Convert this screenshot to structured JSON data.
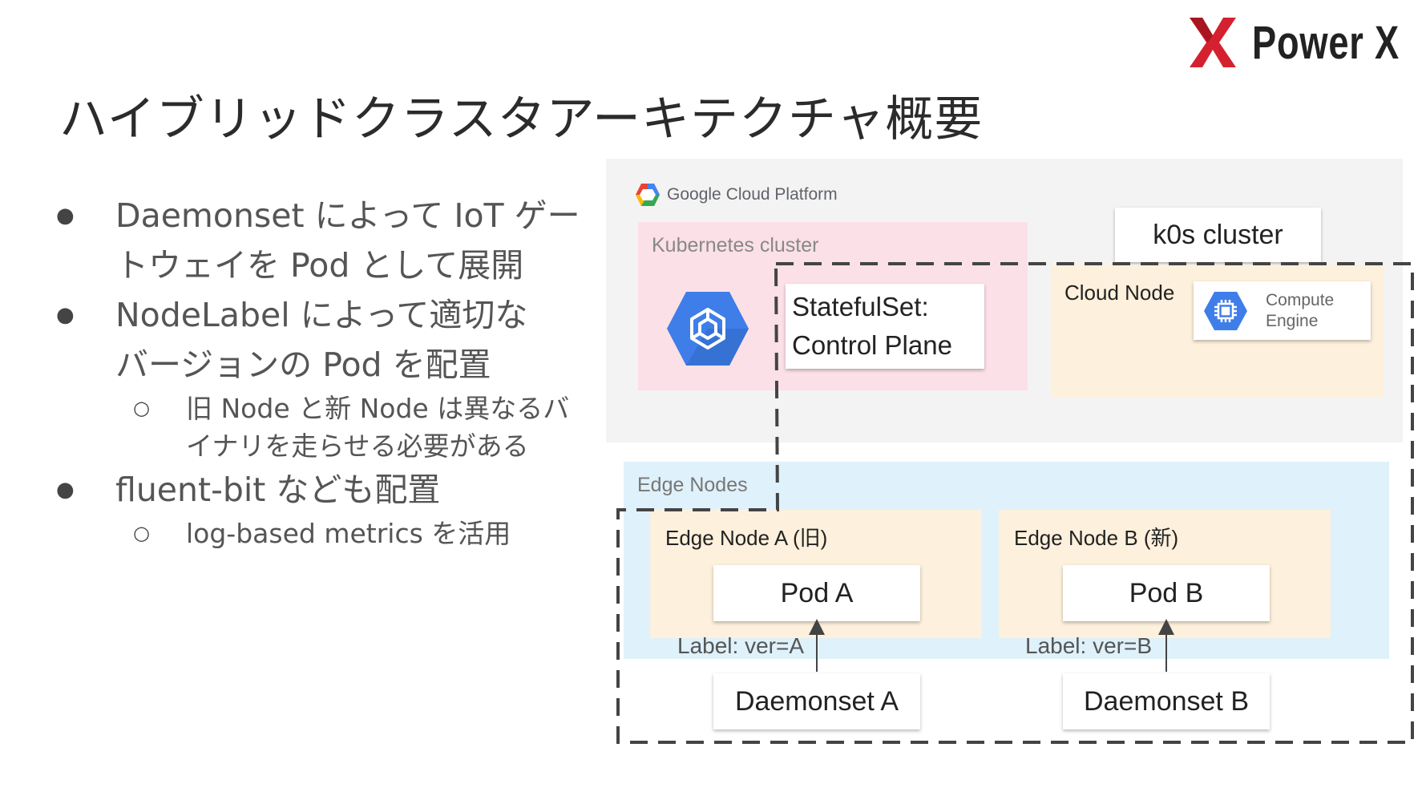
{
  "slide": {
    "title": "ハイブリッドクラスタアーキテクチャ概要"
  },
  "logo": {
    "mark": "X",
    "brand": "Power X",
    "colors": {
      "mark": "#d5212f",
      "text": "#222222"
    }
  },
  "bullets": [
    {
      "level": 1,
      "lines": [
        "Daemonset によって IoT ゲー",
        "トウェイを Pod として展開"
      ]
    },
    {
      "level": 1,
      "lines": [
        "NodeLabel によって適切な",
        "バージョンの Pod を配置"
      ]
    },
    {
      "level": 2,
      "lines": [
        "旧 Node と新 Node は異なるバ",
        "イナリを走らせる必要がある"
      ]
    },
    {
      "level": 1,
      "lines": [
        "fluent-bit なども配置"
      ]
    },
    {
      "level": 2,
      "lines": [
        "log-based metrics を活用"
      ]
    }
  ],
  "diagram": {
    "gcp": {
      "label_google": "Google",
      "label_cloud": "Cloud Platform",
      "logo_icon": "google-cloud-hexagon-icon"
    },
    "kubernetes_cluster": {
      "label": "Kubernetes cluster",
      "icon": "kubernetes-engine-hexagon-icon"
    },
    "statefulset": {
      "line1": "StatefulSet:",
      "line2": "Control Plane"
    },
    "k0s": {
      "label": "k0s cluster"
    },
    "cloud_node": {
      "label": "Cloud Node",
      "compute_engine": {
        "line1": "Compute",
        "line2": "Engine",
        "icon": "compute-engine-chip-icon"
      }
    },
    "edge_nodes": {
      "label": "Edge Nodes",
      "node_a": {
        "label": "Edge Node A (旧)",
        "pod": "Pod A",
        "node_label": "Label: ver=A",
        "daemonset": "Daemonset A"
      },
      "node_b": {
        "label": "Edge Node B (新)",
        "pod": "Pod B",
        "node_label": "Label: ver=B",
        "daemonset": "Daemonset B"
      }
    },
    "colors": {
      "gcp_background": "#f3f3f3",
      "kubernetes_cluster": "#fbe0e8",
      "node_fill": "#fdf0dc",
      "edge_nodes": "#dff1fb",
      "gke_blue": "#3f7ee8",
      "dashed_border": "#444444"
    }
  }
}
